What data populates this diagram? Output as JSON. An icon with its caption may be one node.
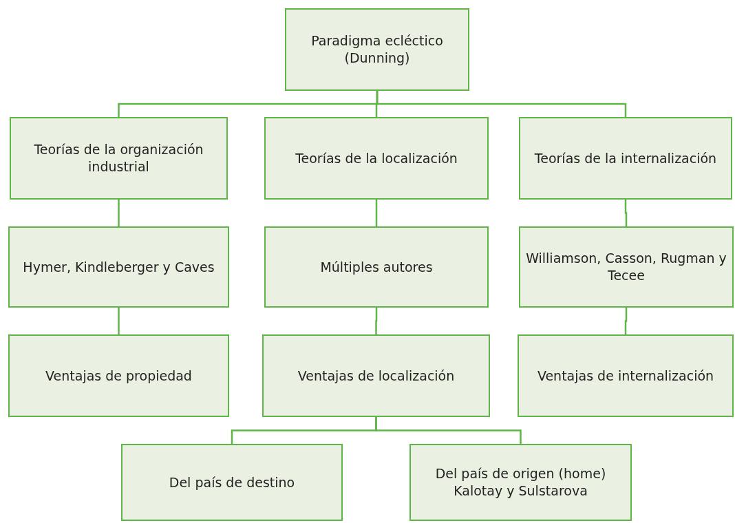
{
  "diagram": {
    "nodes": [
      {
        "text": [
          "Paradigma ecléctico (Dunning)"
        ]
      },
      {
        "text": [
          "Teorías de la organización industrial"
        ]
      },
      {
        "text": [
          "Teorías de la localización"
        ]
      },
      {
        "text": [
          "Teorías de la internalización"
        ]
      },
      {
        "text": [
          "Hymer, Kindleberger y Caves"
        ]
      },
      {
        "text": [
          "Múltiples autores"
        ]
      },
      {
        "text": [
          "Williamson, Casson, Rugman y Tecee"
        ]
      },
      {
        "text": [
          "Ventajas de propiedad"
        ]
      },
      {
        "text": [
          "Ventajas de localización"
        ]
      },
      {
        "text": [
          "Ventajas de internalización"
        ]
      },
      {
        "text": [
          "Del país de destino"
        ]
      },
      {
        "text": [
          "Del país de origen (home) Kalotay y Sulstarova"
        ]
      }
    ],
    "edges": [
      {
        "from": 0,
        "to": 1,
        "arrow": "none"
      },
      {
        "from": 0,
        "to": 2,
        "arrow": "none"
      },
      {
        "from": 0,
        "to": 3,
        "arrow": "none"
      },
      {
        "from": 1,
        "to": 4,
        "arrow": "none"
      },
      {
        "from": 2,
        "to": 5,
        "arrow": "none"
      },
      {
        "from": 3,
        "to": 6,
        "arrow": "none"
      },
      {
        "from": 4,
        "to": 7,
        "arrow": "none"
      },
      {
        "from": 5,
        "to": 8,
        "arrow": "none"
      },
      {
        "from": 6,
        "to": 9,
        "arrow": "none"
      },
      {
        "from": 8,
        "to": 10,
        "arrow": "none"
      },
      {
        "from": 8,
        "to": 11,
        "arrow": "none"
      }
    ]
  }
}
